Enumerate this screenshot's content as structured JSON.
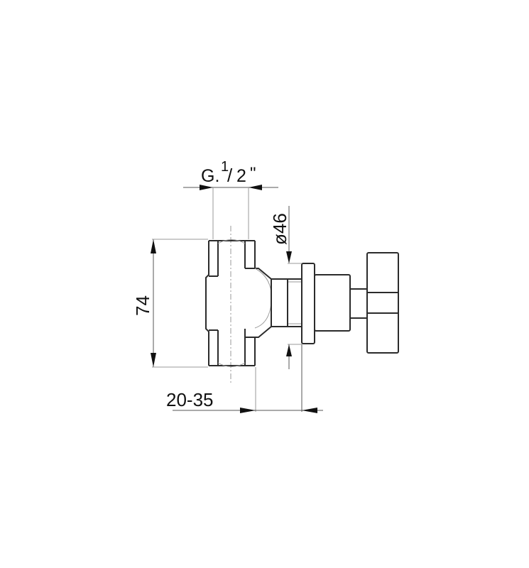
{
  "drawing": {
    "title": "Concealed stop valve technical drawing",
    "line_color": "#2b2b2b",
    "background": "#ffffff",
    "dimensions": {
      "thread": {
        "prefix": "G.",
        "fraction_num": "1",
        "fraction_sep": "/",
        "fraction_den": "2",
        "suffix": "\""
      },
      "height": {
        "label": "74"
      },
      "diameter": {
        "label": "ø46"
      },
      "depth": {
        "label": "20-35"
      }
    }
  }
}
